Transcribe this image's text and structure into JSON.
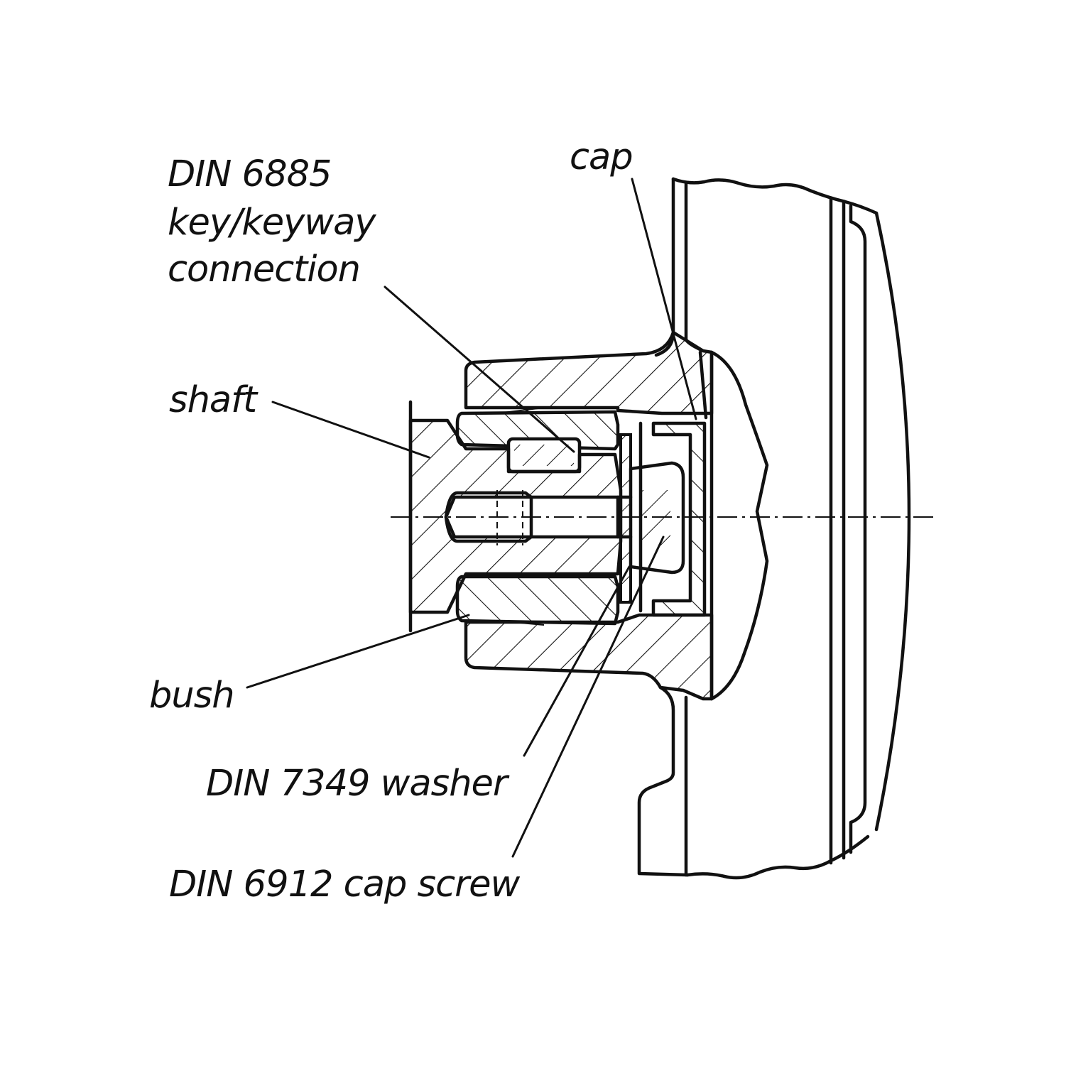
{
  "labels": {
    "key_line1": "DIN 6885",
    "key_line2": "key/keyway",
    "key_line3": "connection",
    "cap": "cap",
    "shaft": "shaft",
    "bush": "bush",
    "washer": "DIN 7349 washer",
    "screw": "DIN 6912 cap screw"
  },
  "colors": {
    "ink": "#111111",
    "background": "#ffffff"
  }
}
